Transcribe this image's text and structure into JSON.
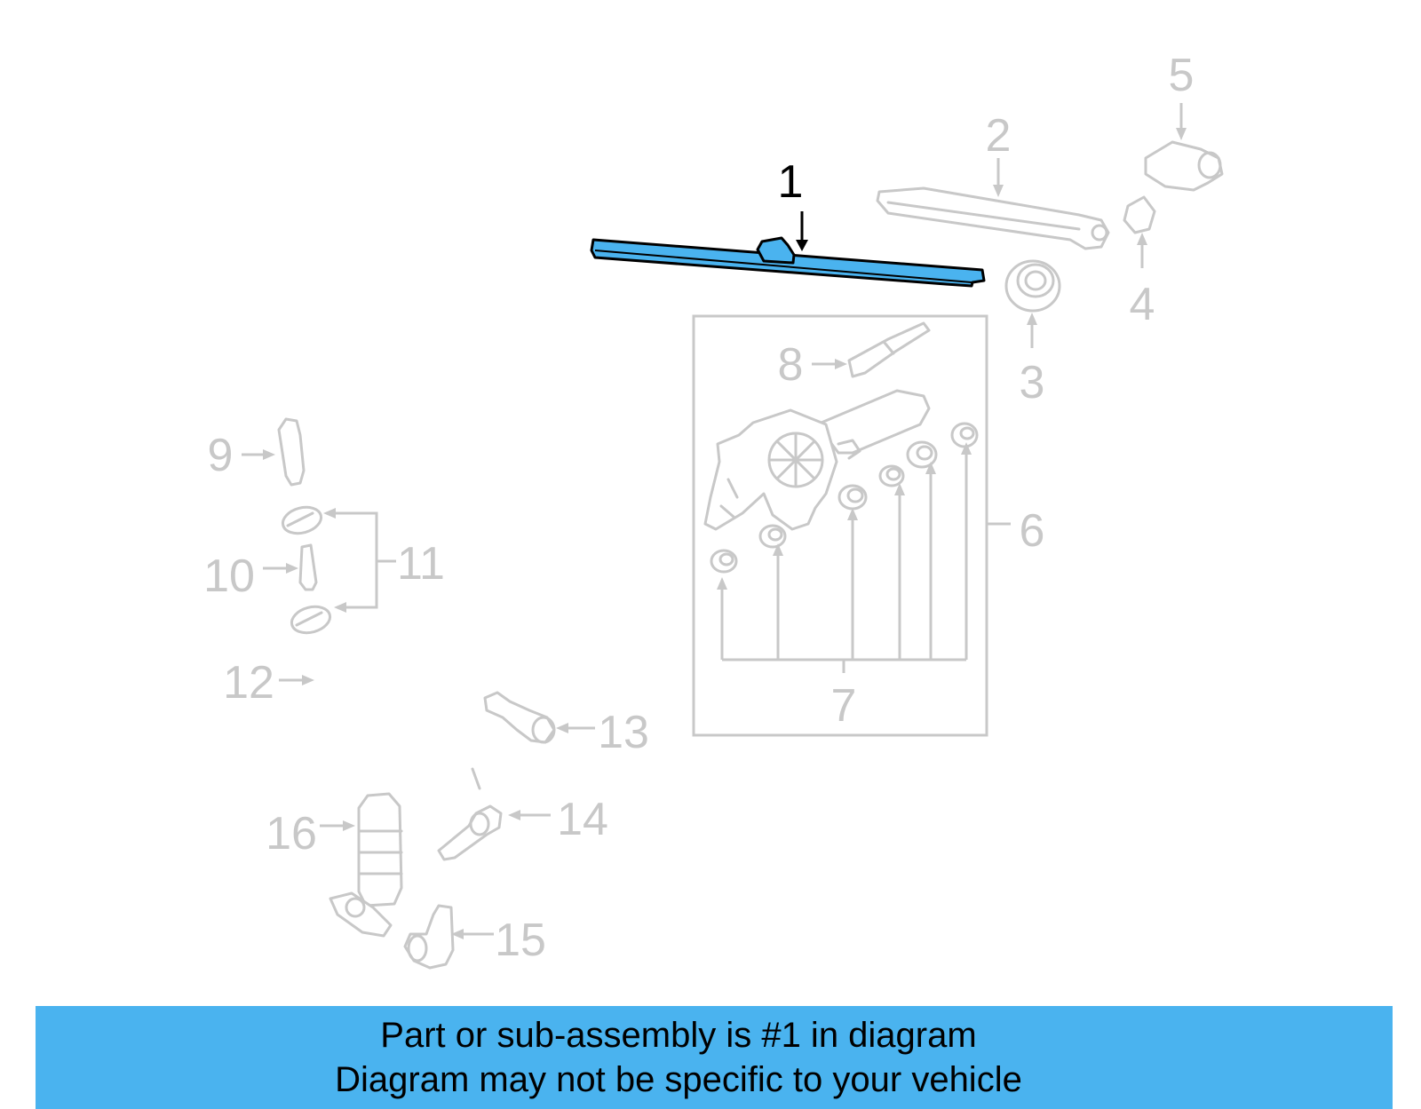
{
  "callouts": {
    "c1": "1",
    "c2": "2",
    "c3": "3",
    "c4": "4",
    "c5": "5",
    "c6": "6",
    "c7": "7",
    "c8": "8",
    "c9": "9",
    "c10": "10",
    "c11": "11",
    "c12": "12",
    "c13": "13",
    "c14": "14",
    "c15": "15",
    "c16": "16"
  },
  "highlight_color": "#4ab3ef",
  "banner": {
    "line1": "Part or sub-assembly is #1 in diagram",
    "line2": "Diagram may not be specific to your vehicle"
  }
}
